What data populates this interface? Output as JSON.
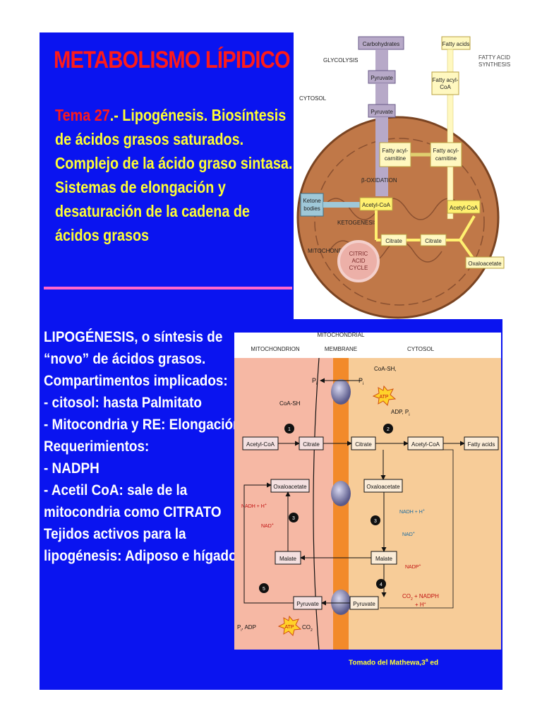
{
  "slide": {
    "title": "METABOLISMO LÍPIDICO",
    "subtitle_prefix": "Tema 27",
    "subtitle_rest": ".- Lipogénesis. Biosíntesis de ácidos grasos saturados. Complejo de la ácido graso sintasa. Sistemas de elongación y desaturación de la cadena de ácidos grasos",
    "body_lines": [
      "LIPOGÉNESIS, o síntesis de",
      "“novo” de ácidos grasos.",
      "Compartimentos implicados:",
      "- citosol: hasta Palmitato",
      "- Mitocondria y RE: Elongación",
      "Requerimientos:",
      "- NADPH",
      "- Acetil CoA: sale de la",
      "mitocondria como CITRATO",
      "Tejidos activos para la",
      "lipogénesis: Adiposo e hígado"
    ],
    "credit": "Tomado del Mathewa,3",
    "credit_sup": "a",
    "credit_end": " ed"
  },
  "figure1": {
    "carbohydrates": "Carbohydrates",
    "glycolysis": "GLYCOLYSIS",
    "pyruvate": "Pyruvate",
    "cytosol": "CYTOSOL",
    "fatty_acids": "Fatty acids",
    "fatty_acid_synthesis_1": "FATTY ACID",
    "fatty_acid_synthesis_2": "SYNTHESIS",
    "fatty_acyl_coa_1": "Fatty acyl-",
    "fatty_acyl_coa_2": "CoA",
    "fatty_acyl_carnitine_1": "Fatty acyl-",
    "fatty_acyl_carnitine_2": "carnitine",
    "beta_oxidation": "β-OXIDATION",
    "ketone_1": "Ketone",
    "ketone_2": "bodies",
    "acetyl_coa": "Acetyl-CoA",
    "ketogenesis": "KETOGENESIS",
    "citrate": "Citrate",
    "mitochondrion": "MITOCHONDRION",
    "citric_1": "CITRIC",
    "citric_2": "ACID",
    "citric_3": "CYCLE",
    "oxaloacetate": "Oxaloacetate"
  },
  "figure2": {
    "mitochondrial_1": "MITOCHONDRIAL",
    "mitochondrial_2": "MEMBRANE",
    "mitochondrion": "MITOCHONDRION",
    "cytosol": "CYTOSOL",
    "pi": "P",
    "pi_sub": "i",
    "coa_sh_cyt": "CoA-SH,",
    "coa_sh_mito": "CoA-SH",
    "atp": "ATP",
    "adp_pi": "ADP, P",
    "acetyl_coa": "Acetyl-CoA",
    "citrate": "Citrate",
    "fatty_acids": "Fatty acids",
    "oxaloacetate": "Oxaloacetate",
    "nadh_h": "NADH + H",
    "nad": "NAD",
    "malate": "Malate",
    "nadp": "NADP",
    "pyruvate": "Pyruvate",
    "co2_nadph": "CO",
    "co2_nadph_rest": " + NADPH",
    "plus_h": "+ H",
    "pi_adp": "P",
    "pi_adp_rest": ", ADP",
    "co2": "CO",
    "step1": "1",
    "step2": "2",
    "step3": "3",
    "step4": "4",
    "step5": "5"
  },
  "colors": {
    "slide_blue": "#0a14f0",
    "title_red": "#ff1a1a",
    "text_yellow": "#ffff33",
    "rule_pink": "#ff66cc",
    "mito_pink": "#f6b8a4",
    "cyto_peach": "#f7cc98",
    "membrane_orange": "#f28a2a"
  }
}
